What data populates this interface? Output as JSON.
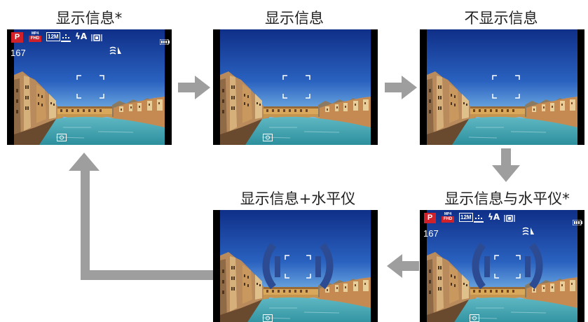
{
  "panels": [
    {
      "label": "显示信息*",
      "info": true,
      "level": false,
      "shots": "167"
    },
    {
      "label": "显示信息",
      "info": false,
      "level": false
    },
    {
      "label": "不显示信息",
      "info": false,
      "level": false
    },
    {
      "label": "显示信息与水平仪*",
      "info": true,
      "level": true,
      "shots": "167"
    },
    {
      "label": "显示信息+水平仪",
      "info": false,
      "level": true
    }
  ],
  "osd": {
    "mode": "P",
    "format_top": "MP4",
    "format_bottom": "FHD",
    "size": "12M",
    "flash": "ϟA",
    "battery_icon": "battery-icon"
  },
  "colors": {
    "arrow": "#9e9e9e",
    "sky_top": "#12338c",
    "sky_bottom": "#7ab6e6",
    "water": "#3ea8b4",
    "af_frame": "#ffffff",
    "level_gauge": "#2c4b92"
  }
}
